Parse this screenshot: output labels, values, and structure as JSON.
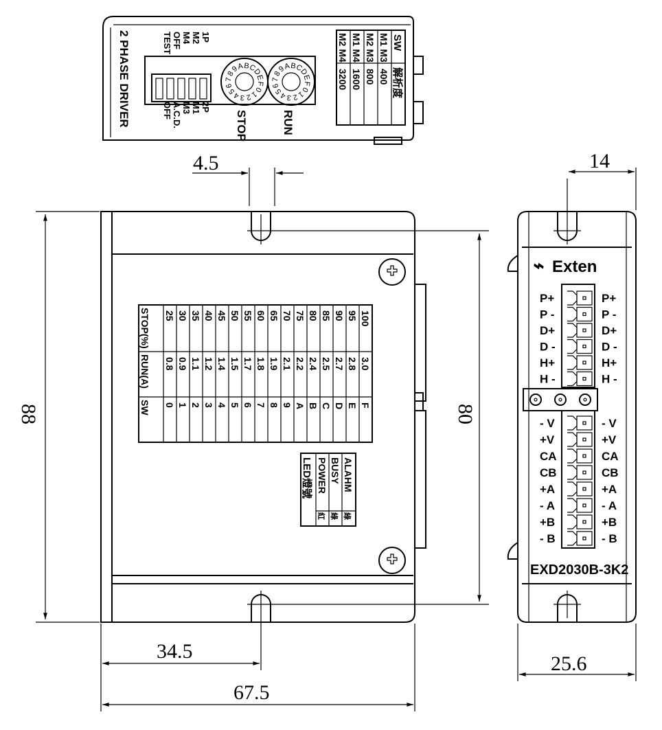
{
  "top_view": {
    "side_label": "2 PHASE DRIVER",
    "dip_left_labels": [
      "1P",
      "M2",
      "M4",
      "OFF",
      "TEST"
    ],
    "dip_right_labels": [
      "2P",
      "M1",
      "M3",
      "A.C.D.",
      "OFF"
    ],
    "rotary_labels": [
      "RUN",
      "STOP"
    ],
    "rotary_dial_chars": [
      "8",
      "9",
      "A",
      "B",
      "C",
      "D",
      "E",
      "F",
      "0",
      "1",
      "2",
      "3",
      "4",
      "5",
      "6",
      "7"
    ],
    "resolution_table": {
      "headers": [
        "SW",
        "解析度"
      ],
      "rows": [
        [
          "M1 M3",
          "400"
        ],
        [
          "M2 M3",
          "800"
        ],
        [
          "M1 M4",
          "1600"
        ],
        [
          "M2 M4",
          "3200"
        ]
      ]
    }
  },
  "front_view": {
    "current_table": {
      "headers": [
        "SW",
        "RUN(A)",
        "STOP(%)"
      ],
      "rows": [
        [
          "0",
          "0.8",
          "25"
        ],
        [
          "1",
          "0.9",
          "30"
        ],
        [
          "2",
          "1.1",
          "35"
        ],
        [
          "3",
          "1.2",
          "40"
        ],
        [
          "4",
          "1.4",
          "45"
        ],
        [
          "5",
          "1.5",
          "50"
        ],
        [
          "6",
          "1.7",
          "55"
        ],
        [
          "7",
          "1.8",
          "60"
        ],
        [
          "8",
          "1.9",
          "65"
        ],
        [
          "9",
          "2.1",
          "70"
        ],
        [
          "A",
          "2.2",
          "75"
        ],
        [
          "B",
          "2.4",
          "80"
        ],
        [
          "C",
          "2.5",
          "85"
        ],
        [
          "D",
          "2.7",
          "90"
        ],
        [
          "E",
          "2.8",
          "95"
        ],
        [
          "F",
          "3.0",
          "100"
        ]
      ]
    },
    "led_table": {
      "title": "LED燈號",
      "rows": [
        [
          "紅",
          "POWER"
        ],
        [
          "綠",
          "BUSY"
        ],
        [
          "綠",
          "ALAHM"
        ]
      ]
    }
  },
  "side_view": {
    "brand": "Exten",
    "model": "EXD2030B-3K2",
    "upper_pins": [
      "P+",
      "P -",
      "D+",
      "D -",
      "H+",
      "H -"
    ],
    "lower_pins": [
      "- V",
      "+V",
      "CA",
      "CB",
      "+A",
      "- A",
      "+B",
      "- B"
    ]
  },
  "dimensions": {
    "hole_width": "4.5",
    "side_hole_offset": "14",
    "height_total": "88",
    "height_inner": "80",
    "hole_offset": "34.5",
    "width_total": "67.5",
    "depth": "25.6"
  }
}
